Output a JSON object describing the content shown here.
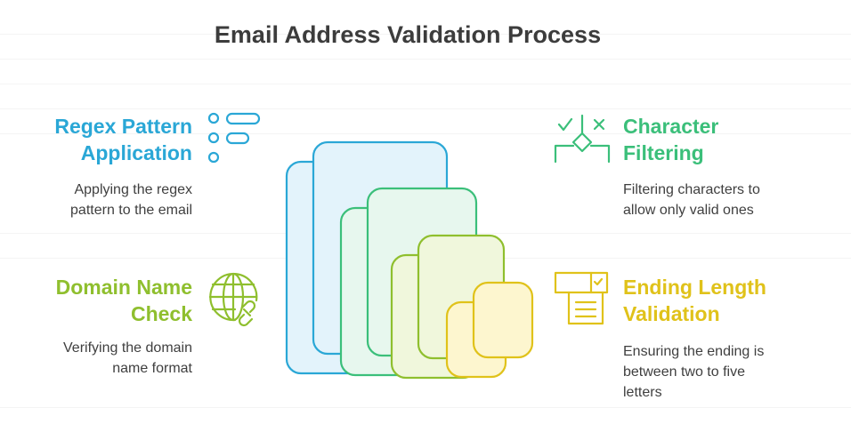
{
  "title": "Email Address Validation Process",
  "steps": [
    {
      "heading": "Regex Pattern\nApplication",
      "description": "Applying the regex\npattern to the email",
      "color": "#2aa7d6",
      "icon": "list-toggle-icon"
    },
    {
      "heading": "Character\nFiltering",
      "description": "Filtering characters to\nallow only valid ones",
      "color": "#3bbf7a",
      "icon": "filter-check-icon"
    },
    {
      "heading": "Domain Name\nCheck",
      "description": "Verifying the domain\nname format",
      "color": "#8fbf2e",
      "icon": "globe-broken-link-icon"
    },
    {
      "heading": "Ending Length\nValidation",
      "description": "Ensuring the ending is\nbetween two to five\nletters",
      "color": "#e0c21a",
      "icon": "document-checklist-icon"
    }
  ],
  "layers": [
    {
      "stroke": "#2aa7d6",
      "fill": "#e3f3fb"
    },
    {
      "stroke": "#3bbf7a",
      "fill": "#e7f7ee"
    },
    {
      "stroke": "#8fbf2e",
      "fill": "#f0f7dc"
    },
    {
      "stroke": "#e0c21a",
      "fill": "#fdf6cf"
    }
  ]
}
